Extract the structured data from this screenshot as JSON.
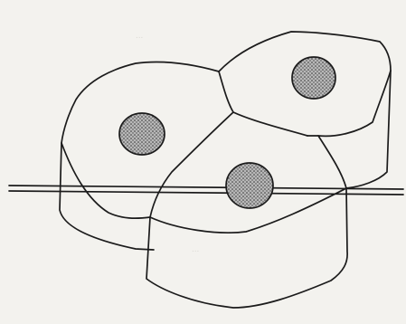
{
  "figure": {
    "background_color": "#f3f2ee",
    "line_color": "#1b1b1b",
    "nucleus_fill": "#9a9a9a",
    "cells": [
      {
        "id": "left",
        "has_nucleus": true
      },
      {
        "id": "right",
        "has_nucleus": true
      },
      {
        "id": "front",
        "has_nucleus": true
      }
    ],
    "section_plane": {
      "lines": 2
    },
    "bleed_through_text": {
      "top": "...",
      "middle": "...",
      "bottom": "..."
    }
  }
}
